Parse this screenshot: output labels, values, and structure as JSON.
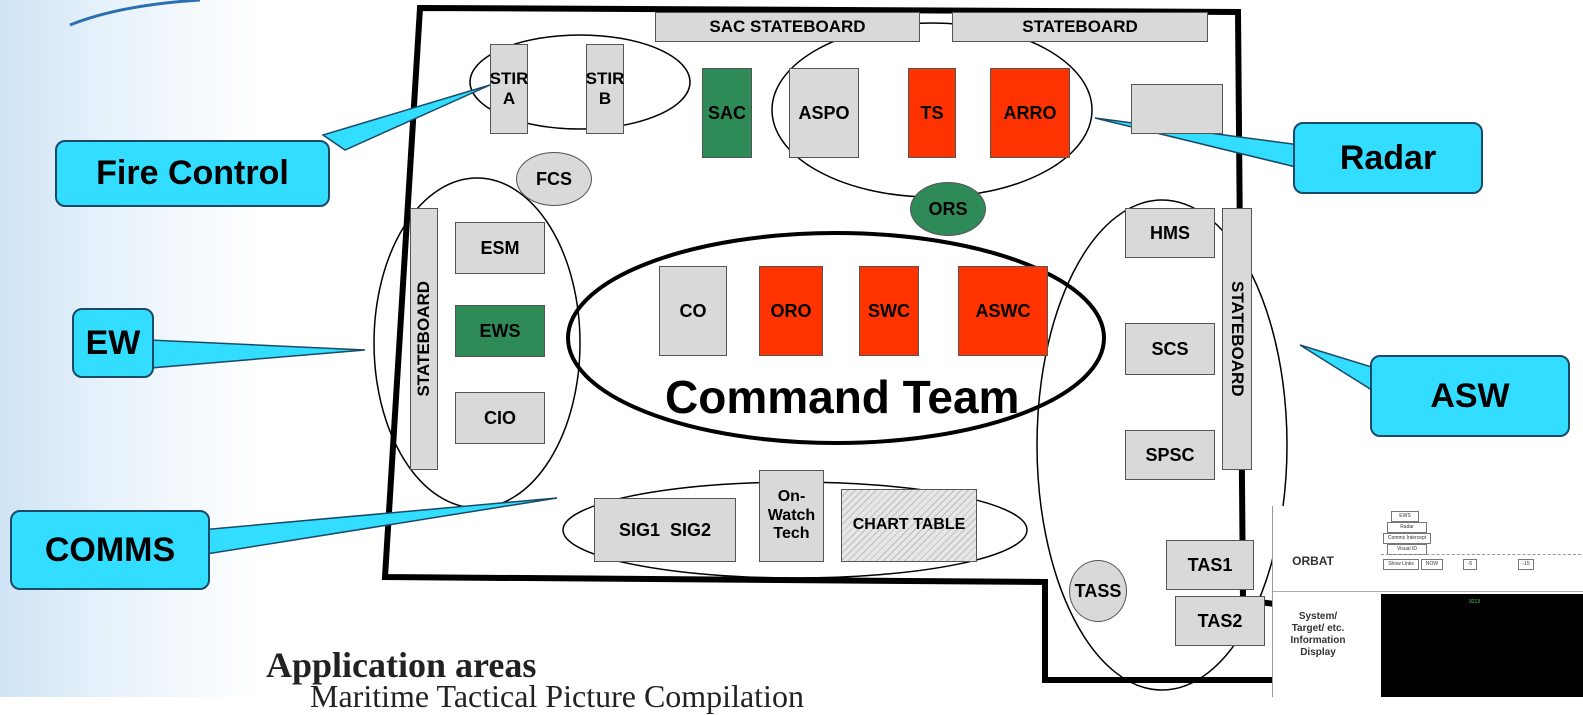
{
  "room": {
    "sac_stateboard": "SAC STATEBOARD",
    "top_stateboard": "STATEBOARD",
    "left_stateboard": "STATEBOARD",
    "right_stateboard": "STATEBOARD",
    "command_team_label": "Command Team"
  },
  "stations": {
    "stir_a": "STIR\nA",
    "stir_b": "STIR\nB",
    "sac": "SAC",
    "aspo": "ASPO",
    "ts": "TS",
    "arro": "ARRO",
    "fcs": "FCS",
    "ors": "ORS",
    "esm": "ESM",
    "ews": "EWS",
    "cio": "CIO",
    "co": "CO",
    "oro": "ORO",
    "swc": "SWC",
    "aswc": "ASWC",
    "hms": "HMS",
    "scs": "SCS",
    "spsc": "SPSC",
    "sig": "SIG1  SIG2",
    "on_watch_tech": "On-\nWatch\nTech",
    "chart_table": "CHART TABLE",
    "tass": "TASS",
    "tas1": "TAS1",
    "tas2": "TAS2"
  },
  "callouts": {
    "fire_control": "Fire Control",
    "radar": "Radar",
    "ew": "EW",
    "asw": "ASW",
    "comms": "COMMS"
  },
  "footer": {
    "heading": "Application areas",
    "bullet": "Maritime Tactical Picture Compilation"
  },
  "thumbnail": {
    "orbat_label": "ORBAT",
    "display_label": "System/\nTarget/ etc.\nInformation\nDisplay",
    "rows": [
      "EWS",
      "Radar",
      "Comms Intercept",
      "Visual ID"
    ],
    "controls": [
      "Show Links",
      "NOW",
      "-5",
      "-15"
    ],
    "blip": "9213"
  },
  "colors": {
    "callout_fill": "#33ddff",
    "green_station": "#2e8b57",
    "red_station": "#ff3300",
    "grey_station": "#d9d9d9"
  }
}
